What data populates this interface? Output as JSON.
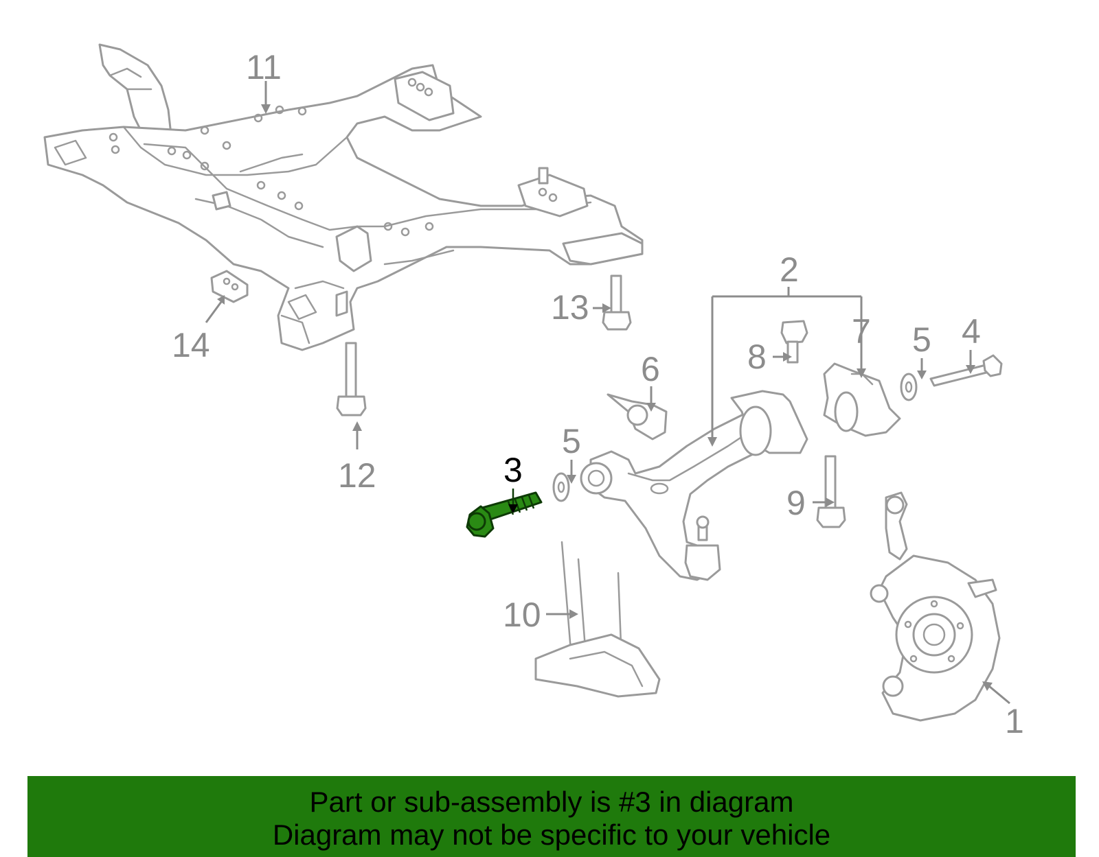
{
  "labels": {
    "p1": "1",
    "p2": "2",
    "p3": "3",
    "p4": "4",
    "p5a": "5",
    "p5b": "5",
    "p6": "6",
    "p7": "7",
    "p8": "8",
    "p9": "9",
    "p10": "10",
    "p11": "11",
    "p12": "12",
    "p13": "13",
    "p14": "14"
  },
  "highlighted_part": "3",
  "banner": {
    "line1": "Part or sub-assembly is #3 in diagram",
    "line2": "Diagram may not be specific to your vehicle"
  },
  "colors": {
    "highlight": "#2a8a14",
    "banner_bg": "#1f7a0c",
    "part_outline": "#9a9a9a",
    "label_gray": "#8c8c8c"
  }
}
